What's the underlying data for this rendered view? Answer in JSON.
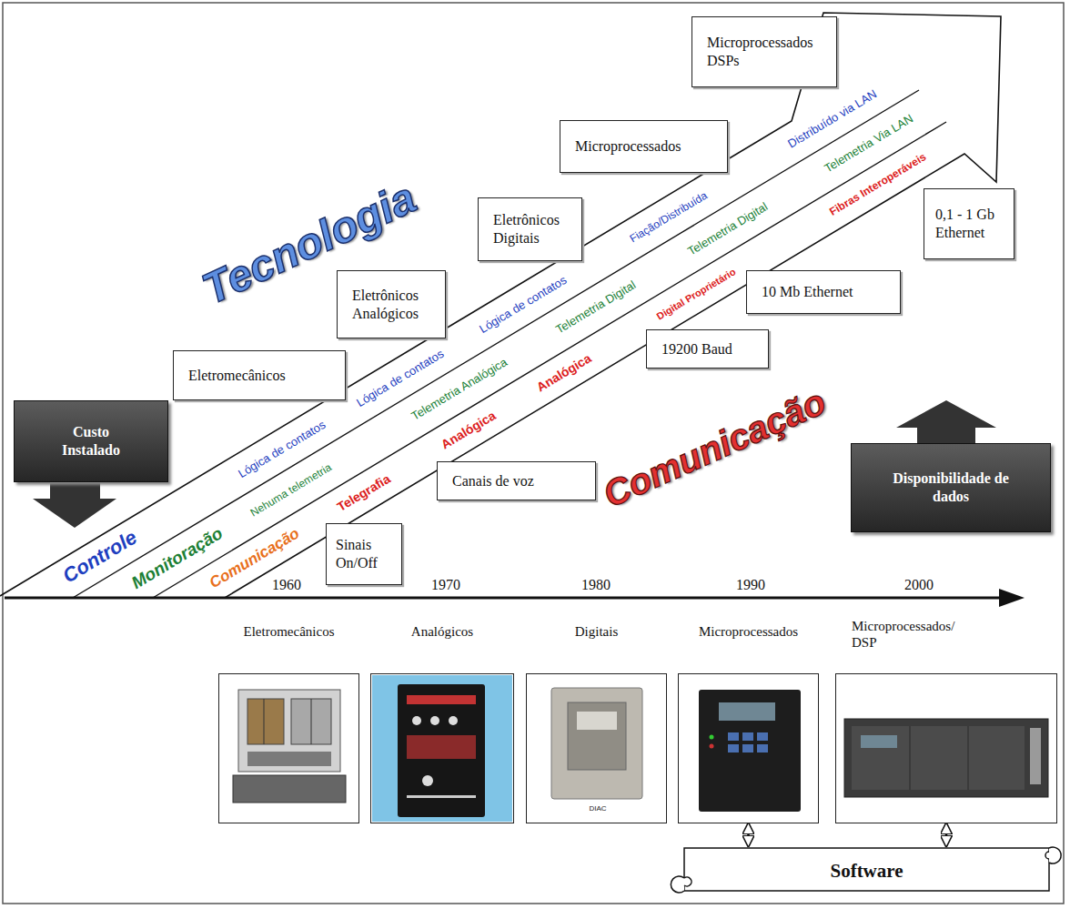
{
  "diagram": {
    "nodes": [
      {
        "text": [
          "Custo Instalado"
        ]
      },
      {
        "text": [
          "Eletromecânicos"
        ]
      },
      {
        "text": [
          "Eletrônicos Analógicos"
        ]
      },
      {
        "text": [
          "Eletrônicos Digitais"
        ]
      },
      {
        "text": [
          "Microprocessados"
        ]
      },
      {
        "text": [
          "Microprocessados DSPs"
        ]
      },
      {
        "text": [
          "Sinais On/Off"
        ]
      },
      {
        "text": [
          "Canais de voz"
        ]
      },
      {
        "text": [
          "19200 Baud"
        ]
      },
      {
        "text": [
          "10 Mb Ethernet"
        ]
      },
      {
        "text": [
          "0,1 - 1 Gb Ethernet"
        ]
      },
      {
        "text": [
          "Disponibilidade de dados"
        ]
      },
      {
        "text": [
          "Eletromecânicos"
        ]
      },
      {
        "text": [
          "Analógicos"
        ]
      },
      {
        "text": [
          "Digitais"
        ]
      },
      {
        "text": [
          "Microprocessados"
        ]
      },
      {
        "text": [
          "Microprocessados/ DSP"
        ]
      },
      {
        "text": [
          "Software"
        ]
      }
    ],
    "edges": [
      {
        "from": 15,
        "to": 17,
        "arrow": "both"
      },
      {
        "from": 16,
        "to": 17,
        "arrow": "both"
      }
    ],
    "labels": [
      "Tecnologia",
      "Comunicação",
      "Controle",
      "Monitoração",
      "Comunicação",
      "Lógica de contatos",
      "Lógica de contatos",
      "Lógica de contatos",
      "Fiação/Distribuída",
      "Distribuído via LAN",
      "Nehuma telemetria",
      "Telemetria Analógica",
      "Telemetria Digital",
      "Telemetria Digital",
      "Telemetria Via LAN",
      "Telegrafia",
      "Analógica",
      "Analógica",
      "Digital Proprietário",
      "Fibras Interoperáveis",
      "1960",
      "1970",
      "1980",
      "1990",
      "2000",
      "DIAC"
    ]
  }
}
